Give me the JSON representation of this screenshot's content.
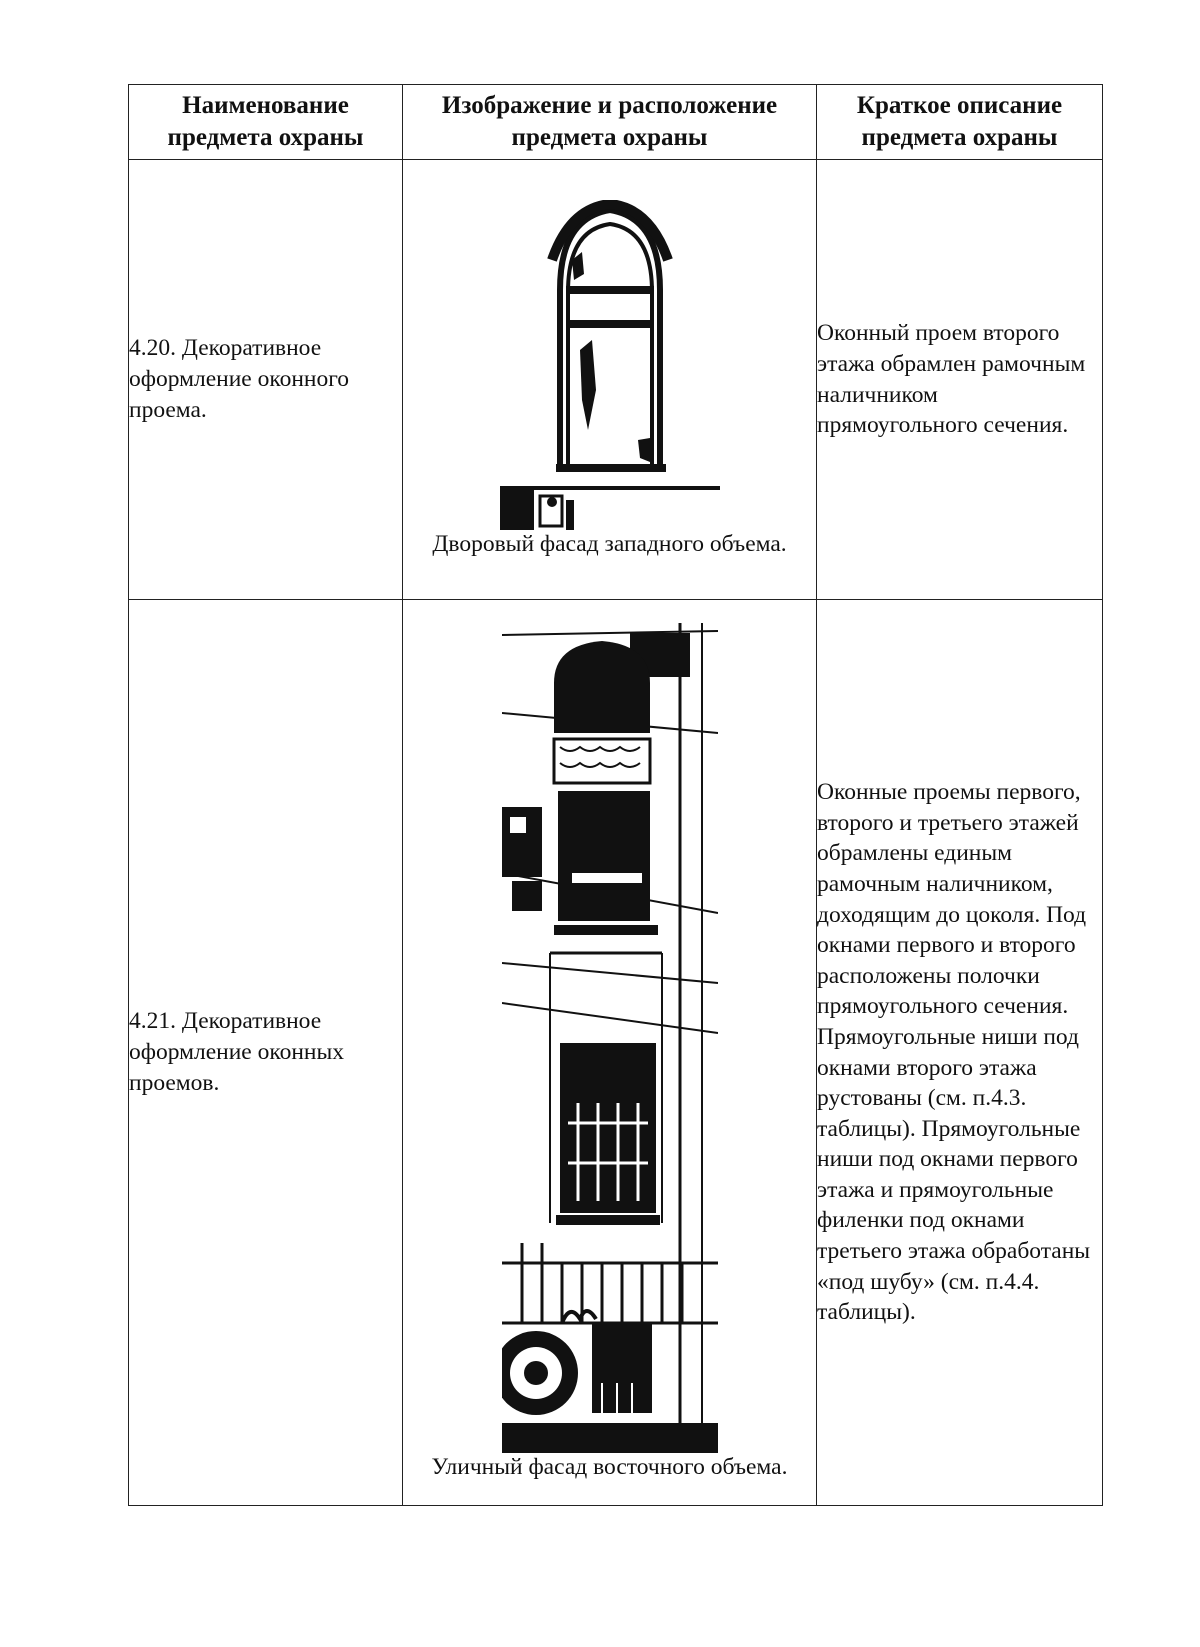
{
  "table": {
    "headers": [
      "Наименование предмета охраны",
      "Изображение и расположение предмета охраны",
      "Краткое описание предмета охраны"
    ],
    "rows": [
      {
        "name": "4.20.  Декоративное оформление оконного проема.",
        "caption": "Дворовый фасад западного объема.",
        "description": "Оконный проем второго этажа обрамлен рамочным наличником прямоугольного сечения."
      },
      {
        "name": "4.21.  Декоративное оформление оконных проемов.",
        "caption": "Уличный фасад восточного объема.",
        "description": "Оконные проемы первого, второго и третьего этажей обрамлены единым рамочным наличником, доходящим до цоколя. Под окнами первого и второго расположены полочки прямоугольного сечения. Прямоугольные ниши под окнами второго этажа рустованы (см. п.4.3. таблицы). Прямоугольные ниши под окнами первого этажа и прямоугольные филенки под окнами третьего этажа обработаны «под шубу» (см. п.4.4. таблицы)."
      }
    ]
  }
}
